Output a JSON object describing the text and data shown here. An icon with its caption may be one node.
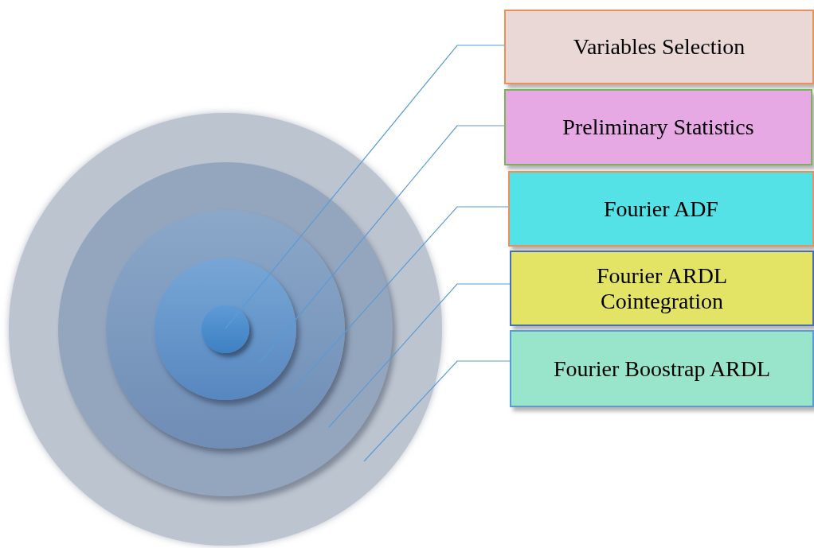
{
  "diagram": {
    "nodes": [
      {
        "text": [],
        "shape": "circle"
      },
      {
        "text": [],
        "shape": "circle",
        "in": 0
      },
      {
        "text": [],
        "shape": "circle",
        "in": 1
      },
      {
        "text": [],
        "shape": "circle",
        "in": 2
      },
      {
        "text": [],
        "shape": "circle",
        "in": 3
      },
      {
        "text": [
          "Variables Selection"
        ]
      },
      {
        "text": [
          "Preliminary Statistics"
        ]
      },
      {
        "text": [
          "Fourier ADF"
        ]
      },
      {
        "text": [
          "Fourier ARDL Cointegration"
        ]
      },
      {
        "text": [
          "Fourier Boostrap ARDL"
        ]
      }
    ],
    "edges": [
      {
        "from": 5,
        "to": 4,
        "arrow": "none"
      },
      {
        "from": 6,
        "to": 3,
        "arrow": "none"
      },
      {
        "from": 7,
        "to": 2,
        "arrow": "none"
      },
      {
        "from": 8,
        "to": 1,
        "arrow": "none"
      },
      {
        "from": 9,
        "to": 0,
        "arrow": "none"
      }
    ]
  }
}
